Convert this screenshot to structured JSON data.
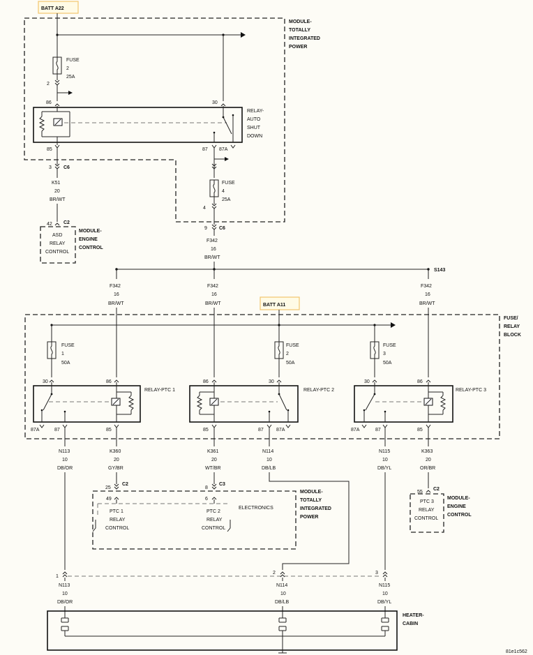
{
  "top_label": "BATT A22",
  "mid_batt_label": "BATT A11",
  "tipm_label": [
    "MODULE-",
    "TOTALLY",
    "INTEGRATED",
    "POWER"
  ],
  "fuse_2": [
    "FUSE",
    "2",
    "25A"
  ],
  "fuse_4": [
    "FUSE",
    "4",
    "25A"
  ],
  "asd_relay": [
    "RELAY-",
    "AUTO",
    "SHUT",
    "DOWN"
  ],
  "pins_asd": {
    "p86": "86",
    "p30": "30",
    "p85": "85",
    "p87": "87",
    "p87a": "87A",
    "p2": "2",
    "p4": "4"
  },
  "c6_a": {
    "pin": "3",
    "conn": "C6"
  },
  "c6_b": {
    "pin": "9",
    "conn": "C6"
  },
  "k51": [
    "K51",
    "20",
    "BR/WT"
  ],
  "c2_ecm": {
    "pin": "42",
    "conn": "C2"
  },
  "asd_control": [
    "ASD",
    "RELAY",
    "CONTROL"
  ],
  "ecm_label": [
    "MODULE-",
    "ENGINE",
    "CONTROL"
  ],
  "f342_main": [
    "F342",
    "16",
    "BR/WT"
  ],
  "splice": "S143",
  "f342_branches": [
    [
      "F342",
      "16",
      "BR/WT"
    ],
    [
      "F342",
      "16",
      "BR/WT"
    ],
    [
      "F342",
      "16",
      "BR/WT"
    ]
  ],
  "frb_label": [
    "FUSE/",
    "RELAY",
    "BLOCK"
  ],
  "fuse_1_50": [
    "FUSE",
    "1",
    "50A"
  ],
  "fuse_2_50": [
    "FUSE",
    "2",
    "50A"
  ],
  "fuse_3_50": [
    "FUSE",
    "3",
    "50A"
  ],
  "relay_ptc1": "RELAY-PTC 1",
  "relay_ptc2": "RELAY-PTC 2",
  "relay_ptc3": "RELAY-PTC 3",
  "ptc_pins": {
    "p30": "30",
    "p86": "86",
    "p85": "85",
    "p87": "87",
    "p87a": "87A"
  },
  "wires_out": [
    [
      "N113",
      "10",
      "DB/OR"
    ],
    [
      "K360",
      "20",
      "GY/BR"
    ],
    [
      "K361",
      "20",
      "WT/BR"
    ],
    [
      "N114",
      "10",
      "DB/LB"
    ],
    [
      "N115",
      "10",
      "DB/YL"
    ],
    [
      "K363",
      "20",
      "OR/BR"
    ]
  ],
  "c2_tipm": {
    "pin": "25",
    "conn": "C2",
    "inner": "49"
  },
  "c3_tipm": {
    "pin": "8",
    "conn": "C3",
    "inner": "6"
  },
  "ptc1_control": [
    "PTC 1",
    "RELAY",
    "CONTROL"
  ],
  "ptc2_control": [
    "PTC 2",
    "RELAY",
    "CONTROL"
  ],
  "electronics": "ELECTRONICS",
  "tipm2_label": [
    "MODULE-",
    "TOTALLY",
    "INTEGRATED",
    "POWER"
  ],
  "c2_ecm2": {
    "pin": "55",
    "conn": "C2"
  },
  "ptc3_control": [
    "PTC 3",
    "RELAY",
    "CONTROL"
  ],
  "ecm2_label": [
    "MODULE-",
    "ENGINE",
    "CONTROL"
  ],
  "heater_pins": [
    "1",
    "2",
    "3"
  ],
  "heater_wires": [
    [
      "N113",
      "10",
      "DB/OR"
    ],
    [
      "N114",
      "10",
      "DB/LB"
    ],
    [
      "N115",
      "10",
      "DB/YL"
    ]
  ],
  "heater_label": [
    "HEATER-",
    "CABIN"
  ],
  "figure_id": "81e1c562"
}
